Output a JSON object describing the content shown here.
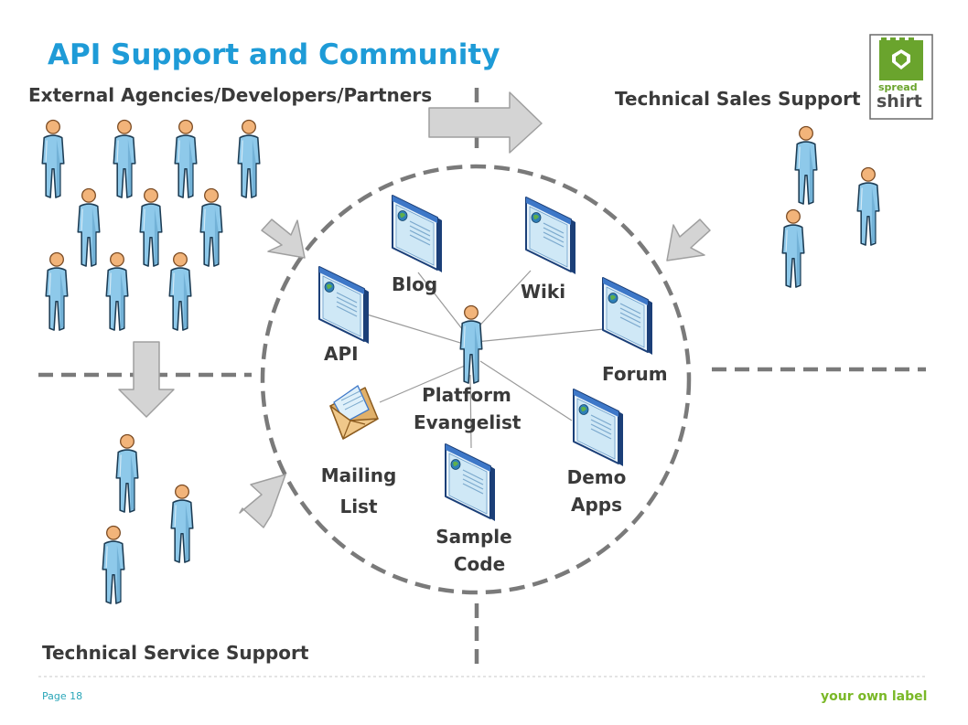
{
  "title": "API Support and Community",
  "groups": {
    "external": "External Agencies/Developers/Partners",
    "sales": "Technical Sales Support",
    "service": "Technical Service Support"
  },
  "center": {
    "label_line1": "Platform",
    "label_line2": "Evangelist"
  },
  "channels": {
    "blog": "Blog",
    "wiki": "Wiki",
    "api": "API",
    "forum": "Forum",
    "mailing_line1": "Mailing",
    "mailing_line2": "List",
    "demo_line1": "Demo",
    "demo_line2": "Apps",
    "sample_line1": "Sample",
    "sample_line2": "Code"
  },
  "logo": {
    "line1": "spread",
    "line2": "shirt"
  },
  "footer": {
    "page": "Page 18",
    "label": "your own label"
  },
  "colors": {
    "title": "#1e9bd7",
    "person_body": "#8ec9ea",
    "person_head": "#f2b47a",
    "arrow_fill": "#d4d4d4",
    "dash": "#7a7a7a",
    "logo_green": "#6aa42d",
    "footer_label": "#7ab827"
  },
  "icons": [
    "person-icon",
    "web-page-icon",
    "envelope-icon",
    "arrow-icon",
    "spreadshirt-logo"
  ]
}
